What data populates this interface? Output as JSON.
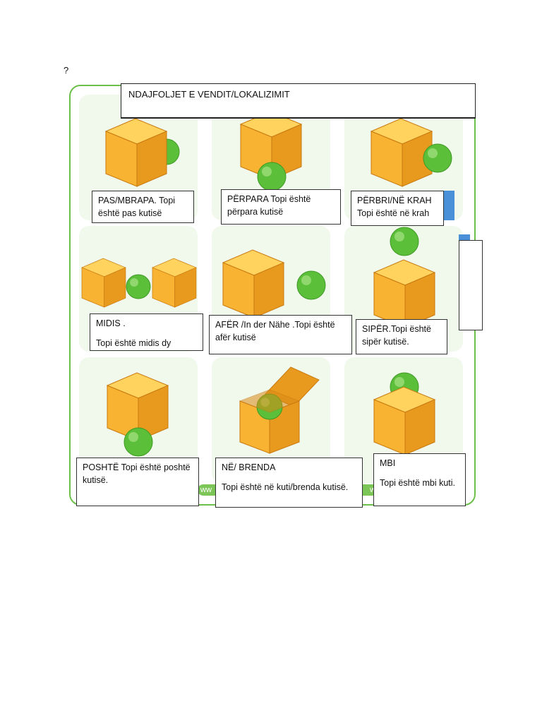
{
  "top_mark": "?",
  "title": "NDAJFOLJET E VENDIT/LOKALIZIMIT",
  "footer_url": "ww",
  "labels": {
    "pas": {
      "line1": "PAS/MBRAPA. Topi",
      "line2": "është pas kutisë"
    },
    "perpara": {
      "line1": "PËRPARA Topi është",
      "line2": "përpara kutisë"
    },
    "perbri": {
      "line1": "PËRBRI/NË KRAH",
      "line2": "Topi është në krah"
    },
    "midis": {
      "line1": "MIDIS .",
      "line2": "Topi është midis dy"
    },
    "afer": {
      "line1": "AFËR /In der Nähe .Topi është",
      "line2": "afër kutisë"
    },
    "siper": {
      "line1": "SIPËR.Topi është",
      "line2": "sipër kutisë."
    },
    "poshte": {
      "line1": "POSHTË Topi është poshtë",
      "line2": "kutisë."
    },
    "brenda": {
      "line1": "NË/ BRENDA",
      "line2": "Topi është në kuti/brenda kutisë."
    },
    "mbi": {
      "line1": "MBI",
      "line2": "Topi është mbi kuti."
    }
  },
  "colors": {
    "cube_front": "#f7b331",
    "cube_top": "#ffd35e",
    "cube_side": "#e89a1f",
    "cube_edge": "#c97a10",
    "ball": "#5cbf3a",
    "ball_light": "#a6e283",
    "frame_green": "#6cc04a",
    "tab_blue": "#4a90d9"
  }
}
